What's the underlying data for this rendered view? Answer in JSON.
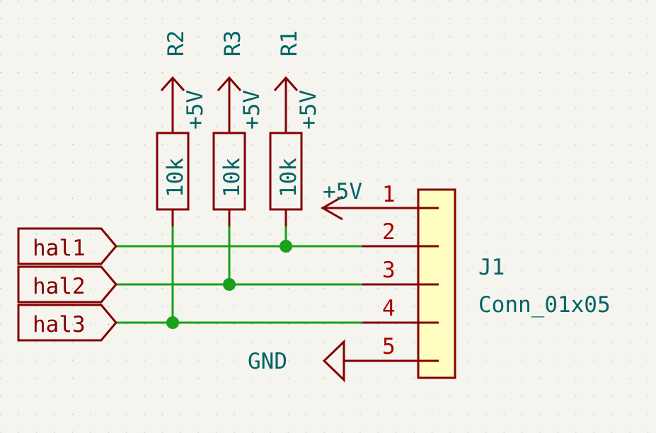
{
  "resistors": [
    {
      "ref": "R2",
      "value": "10k",
      "power": "+5V"
    },
    {
      "ref": "R3",
      "value": "10k",
      "power": "+5V"
    },
    {
      "ref": "R1",
      "value": "10k",
      "power": "+5V"
    }
  ],
  "hier_labels": [
    "hal1",
    "hal2",
    "hal3"
  ],
  "connector": {
    "ref": "J1",
    "value": "Conn_01x05",
    "pins": [
      "1",
      "2",
      "3",
      "4",
      "5"
    ]
  },
  "power_symbols": {
    "pin1": "+5V",
    "pin5": "GND"
  },
  "colors": {
    "background": "#f5f4ef",
    "wire": "#1aa01a",
    "symbol": "#840000",
    "pin_number": "#a80000",
    "label_text": "#006464",
    "connector_fill": "#ffffc2"
  }
}
